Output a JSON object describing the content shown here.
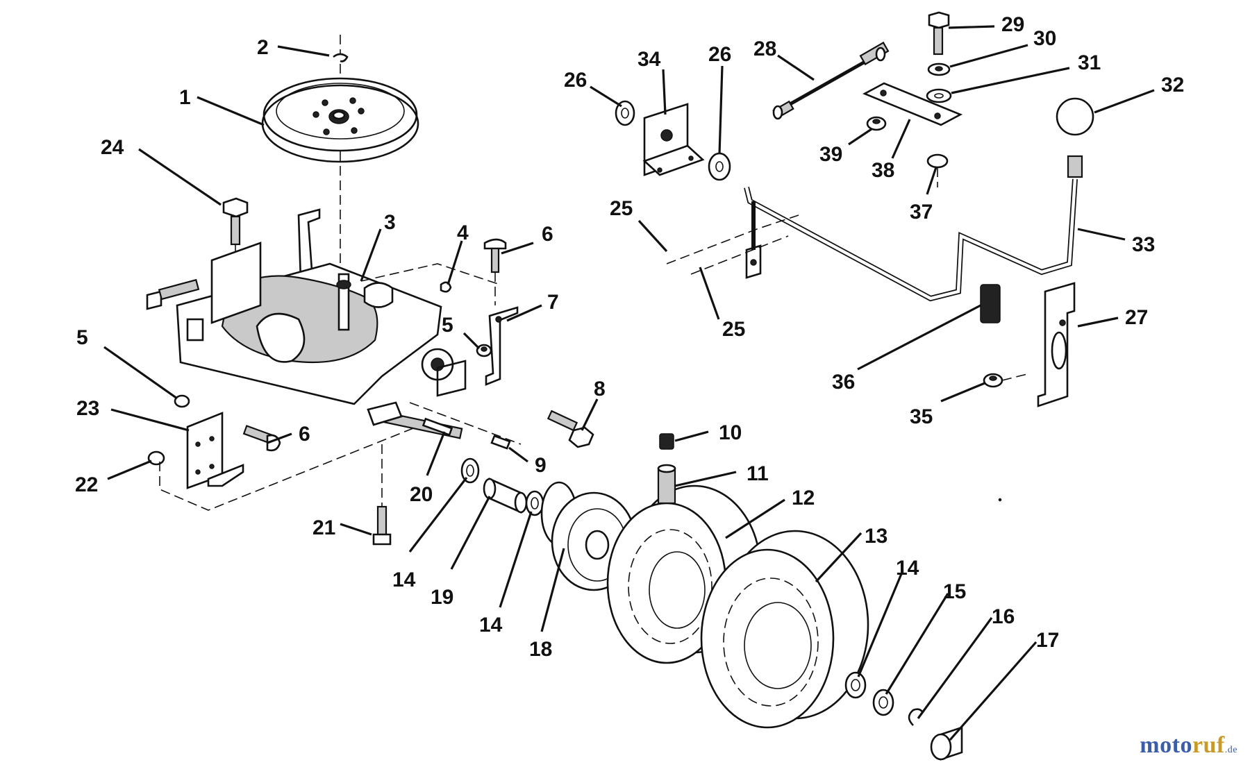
{
  "diagram": {
    "callouts": [
      {
        "id": "c1",
        "label": "1"
      },
      {
        "id": "c2",
        "label": "2"
      },
      {
        "id": "c3",
        "label": "3"
      },
      {
        "id": "c4",
        "label": "4"
      },
      {
        "id": "c5a",
        "label": "5"
      },
      {
        "id": "c5b",
        "label": "5"
      },
      {
        "id": "c6a",
        "label": "6"
      },
      {
        "id": "c6b",
        "label": "6"
      },
      {
        "id": "c7",
        "label": "7"
      },
      {
        "id": "c8",
        "label": "8"
      },
      {
        "id": "c9",
        "label": "9"
      },
      {
        "id": "c10",
        "label": "10"
      },
      {
        "id": "c11",
        "label": "11"
      },
      {
        "id": "c12",
        "label": "12"
      },
      {
        "id": "c13",
        "label": "13"
      },
      {
        "id": "c14a",
        "label": "14"
      },
      {
        "id": "c14b",
        "label": "14"
      },
      {
        "id": "c14c",
        "label": "14"
      },
      {
        "id": "c15",
        "label": "15"
      },
      {
        "id": "c16",
        "label": "16"
      },
      {
        "id": "c17",
        "label": "17"
      },
      {
        "id": "c18",
        "label": "18"
      },
      {
        "id": "c19",
        "label": "19"
      },
      {
        "id": "c20",
        "label": "20"
      },
      {
        "id": "c21",
        "label": "21"
      },
      {
        "id": "c22",
        "label": "22"
      },
      {
        "id": "c23",
        "label": "23"
      },
      {
        "id": "c24",
        "label": "24"
      },
      {
        "id": "c25a",
        "label": "25"
      },
      {
        "id": "c25b",
        "label": "25"
      },
      {
        "id": "c26a",
        "label": "26"
      },
      {
        "id": "c26b",
        "label": "26"
      },
      {
        "id": "c27",
        "label": "27"
      },
      {
        "id": "c28",
        "label": "28"
      },
      {
        "id": "c29",
        "label": "29"
      },
      {
        "id": "c30",
        "label": "30"
      },
      {
        "id": "c31",
        "label": "31"
      },
      {
        "id": "c32",
        "label": "32"
      },
      {
        "id": "c33",
        "label": "33"
      },
      {
        "id": "c34",
        "label": "34"
      },
      {
        "id": "c35",
        "label": "35"
      },
      {
        "id": "c36",
        "label": "36"
      },
      {
        "id": "c37",
        "label": "37"
      },
      {
        "id": "c38",
        "label": "38"
      },
      {
        "id": "c39",
        "label": "39"
      }
    ]
  },
  "watermark": {
    "part1": "moto",
    "part2": "ruf",
    "part3": ".de"
  }
}
